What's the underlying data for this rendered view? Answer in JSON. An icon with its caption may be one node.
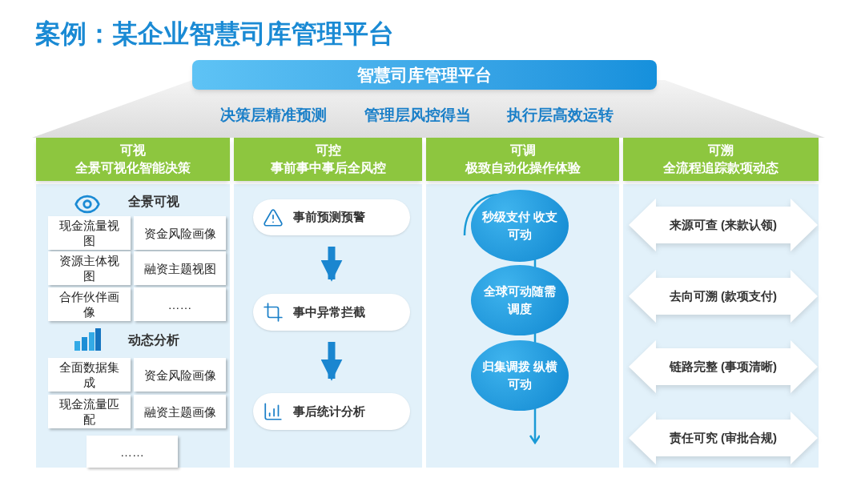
{
  "diagram": {
    "title": "案例：某企业智慧司库管理平台",
    "nodes": [
      {
        "text": [
          "智慧司库管理平台"
        ]
      },
      {
        "text": [
          "可视",
          "全景可视化智能决策"
        ]
      },
      {
        "text": [
          "现金流量视图"
        ],
        "in": 1
      },
      {
        "text": [
          "资金风险画像"
        ],
        "in": 1
      },
      {
        "text": [
          "资源主体视图"
        ],
        "in": 1
      },
      {
        "text": [
          "融资主题视图"
        ],
        "in": 1
      },
      {
        "text": [
          "合作伙伴画像"
        ],
        "in": 1
      },
      {
        "text": [
          "……"
        ],
        "in": 1
      },
      {
        "text": [
          "全面数据集成"
        ],
        "in": 1
      },
      {
        "text": [
          "资金风险画像"
        ],
        "in": 1
      },
      {
        "text": [
          "现金流量匹配"
        ],
        "in": 1
      },
      {
        "text": [
          "融资主题画像"
        ],
        "in": 1
      },
      {
        "text": [
          "……"
        ],
        "in": 1
      },
      {
        "text": [
          "可控",
          "事前事中事后全风控"
        ]
      },
      {
        "text": [
          "事前预测预警"
        ],
        "in": 13
      },
      {
        "text": [
          "事中异常拦截"
        ],
        "in": 13
      },
      {
        "text": [
          "事后统计分析"
        ],
        "in": 13
      },
      {
        "text": [
          "可调",
          "极致自动化操作体验"
        ]
      },
      {
        "text": [
          "秒级支付  收支可动"
        ],
        "in": 17
      },
      {
        "text": [
          "全球可动随需调度"
        ],
        "in": 17
      },
      {
        "text": [
          "归集调拨 纵横可动"
        ],
        "in": 17
      },
      {
        "text": [
          "可溯",
          "全流程追踪款项动态"
        ]
      },
      {
        "text": [
          "来源可查 (来款认领)"
        ],
        "in": 21
      },
      {
        "text": [
          "去向可溯 (款项支付)"
        ],
        "in": 21
      },
      {
        "text": [
          "链路完整 (事项清晰)"
        ],
        "in": 21
      },
      {
        "text": [
          "责任可究 (审批合规)"
        ],
        "in": 21
      }
    ],
    "edges": [
      {
        "from": 14,
        "to": 15,
        "arrow": "to"
      },
      {
        "from": 15,
        "to": 16,
        "arrow": "to"
      }
    ],
    "labels": [
      "决策层精准预测",
      "管理层风控得当",
      "执行层高效运转",
      "全景可视",
      "动态分析"
    ]
  }
}
